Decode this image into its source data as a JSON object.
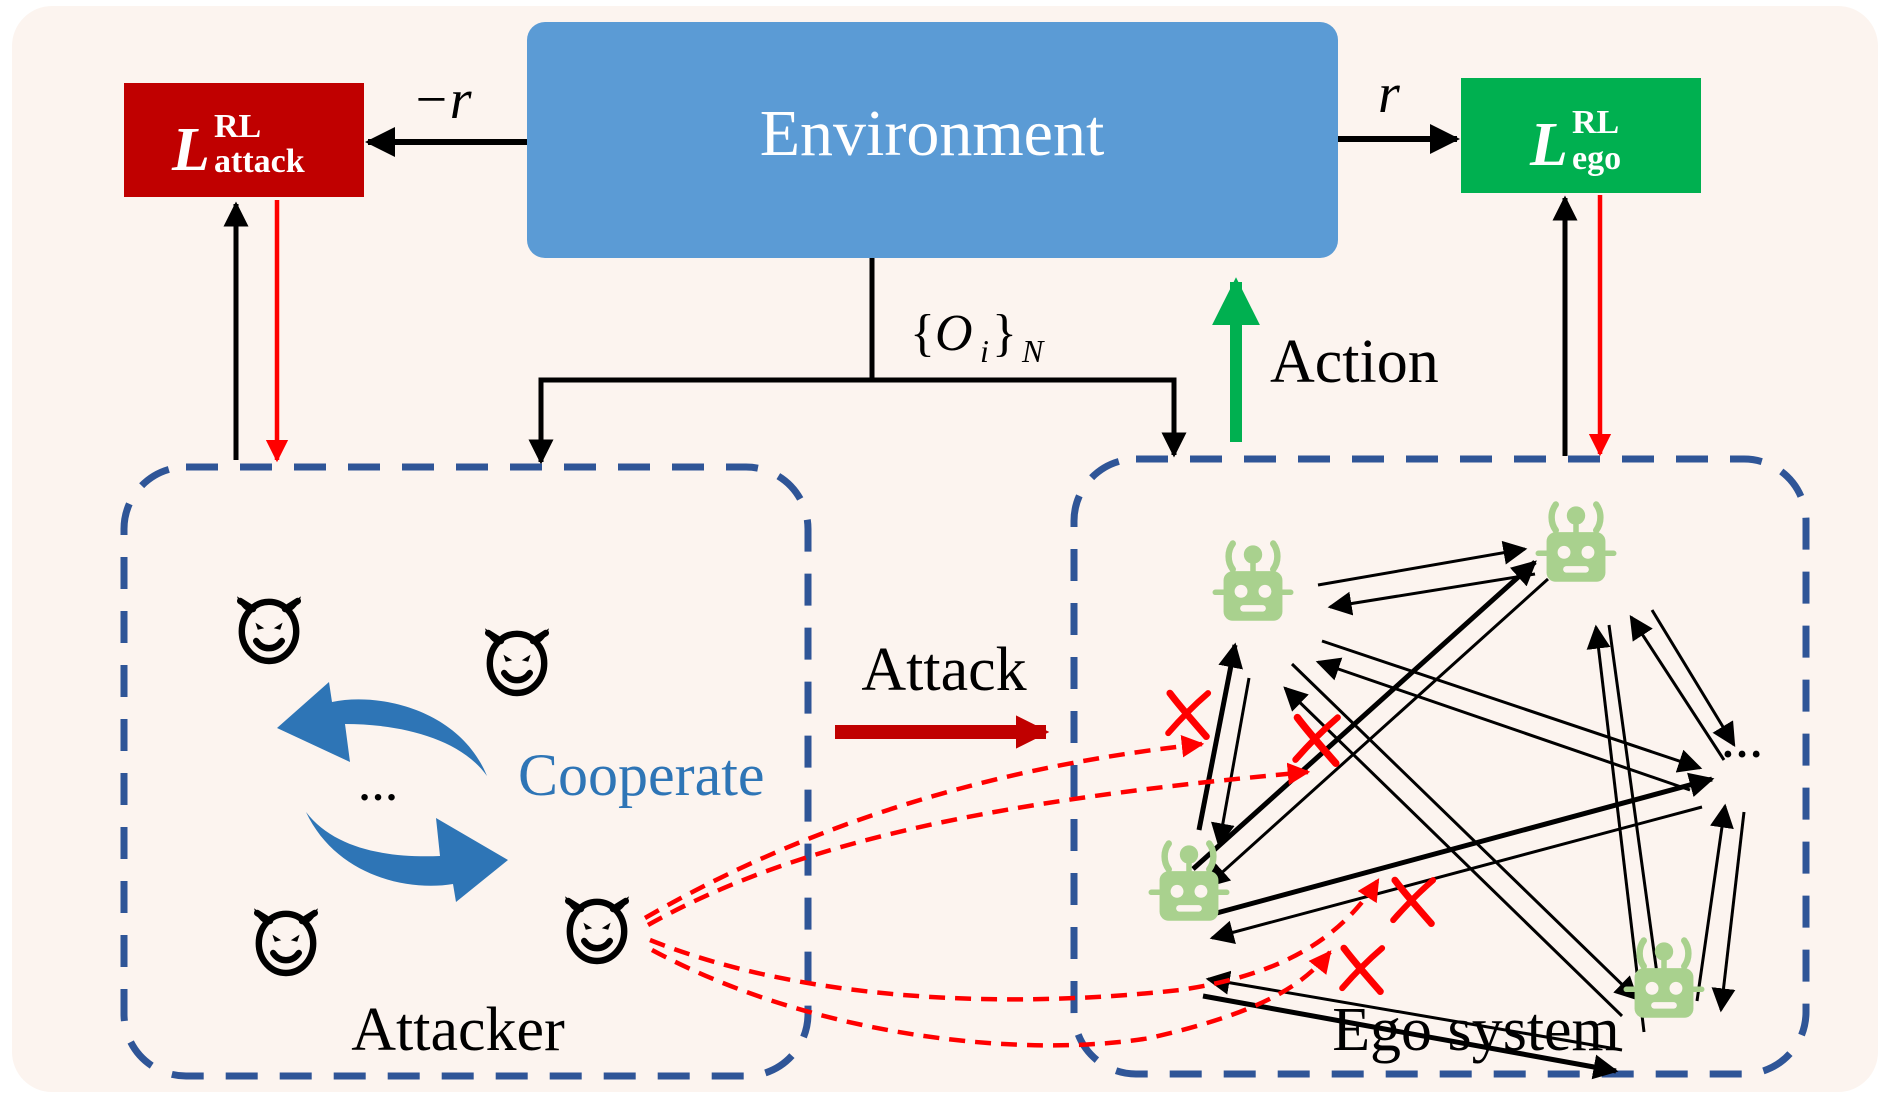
{
  "colors": {
    "background": "#fcf4ef",
    "environment": "#5b9bd5",
    "attack_loss": "#c00000",
    "ego_loss": "#00b050",
    "dashed_box": "#2f5597",
    "cooperate": "#2e75b6",
    "robot": "#a9d18e",
    "red": "#ff0000",
    "action_arrow": "#00b050",
    "attack_arrow": "#c00000"
  },
  "environment": {
    "label": "Environment"
  },
  "attack_loss": {
    "symbol": "L",
    "sup": "RL",
    "sub": "attack"
  },
  "ego_loss": {
    "symbol": "L",
    "sup": "RL",
    "sub": "ego"
  },
  "reward_labels": {
    "negative": "−r",
    "positive": "r"
  },
  "observation": {
    "open": "{",
    "symbol": "O",
    "index": "i",
    "close": "}",
    "sub": "N"
  },
  "action_label": "Action",
  "attack_label": "Attack",
  "cooperate_label": "Cooperate",
  "cooperate_ellipsis": "…",
  "attacker_box_label": "Attacker",
  "ego_box_label": "Ego system",
  "ego_ellipsis": "…",
  "icons": {
    "attacker_agent": "devil-face-icon",
    "ego_agent": "robot-icon",
    "blocked": "red-cross-icon",
    "cycle": "cooperate-cycle-arrows-icon"
  }
}
